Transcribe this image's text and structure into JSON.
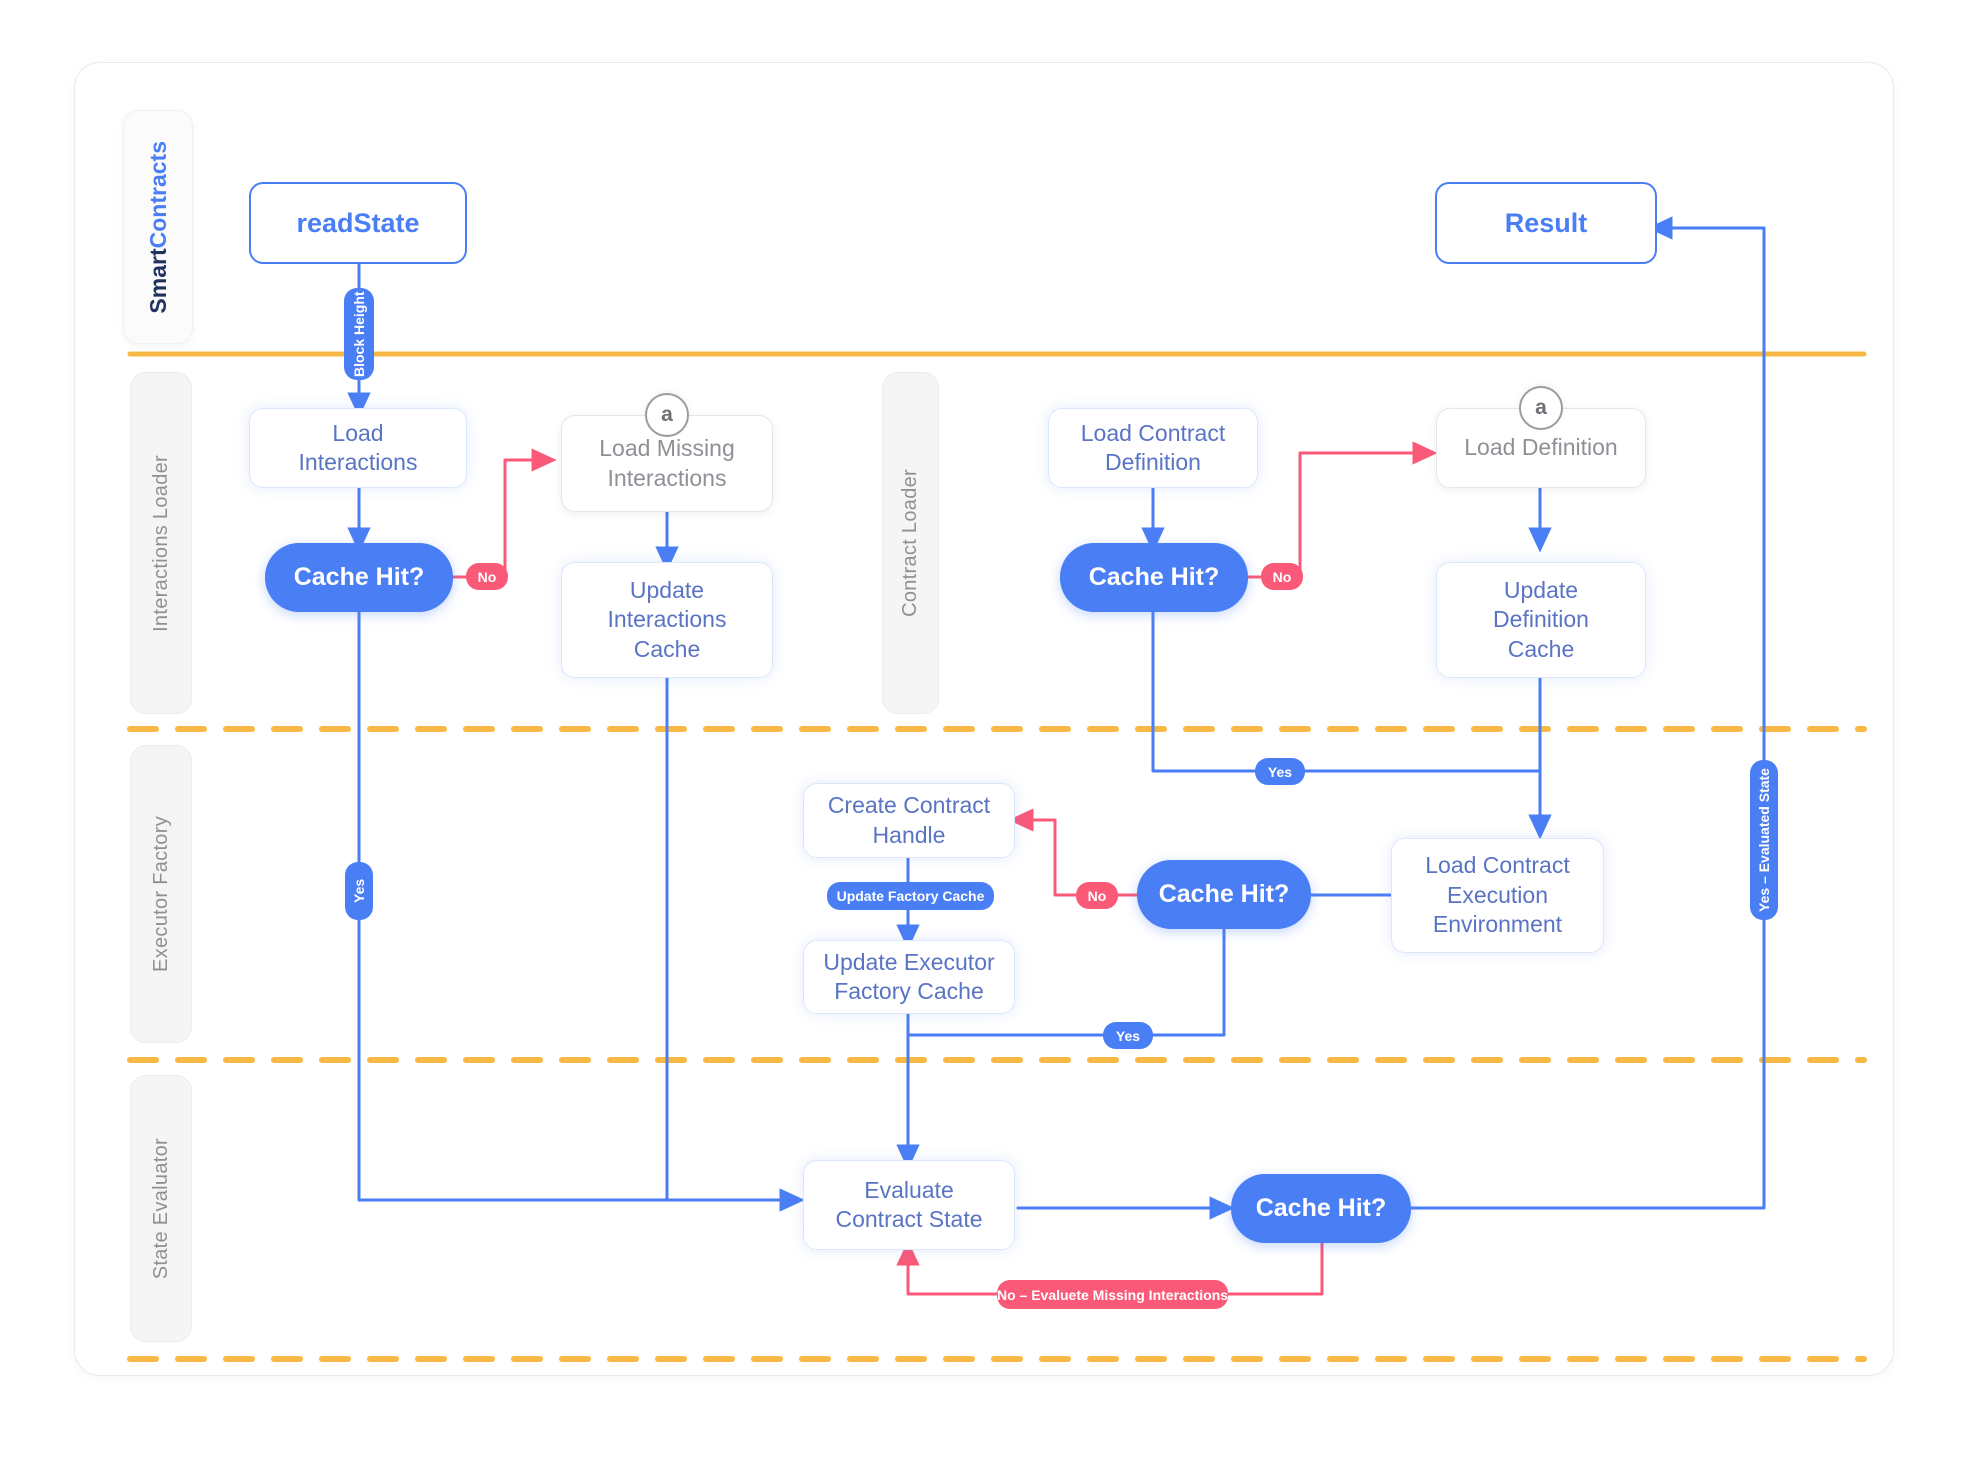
{
  "brand": {
    "part1": "Smart",
    "part2": "Contracts"
  },
  "colors": {
    "accent_blue": "#4a7ef5",
    "node_text_blue": "#5a74c4",
    "red": "#fa5a78",
    "gold": "#f7b844",
    "lane_grey": "#8e9096",
    "brand_navy": "#20335e"
  },
  "lanes": [
    {
      "id": "smart-contracts",
      "label": "SmartContracts"
    },
    {
      "id": "interactions-loader",
      "label": "Interactions Loader"
    },
    {
      "id": "contract-loader",
      "label": "Contract Loader"
    },
    {
      "id": "executor-factory",
      "label": "Executor Factory"
    },
    {
      "id": "state-evaluator",
      "label": "State Evaluator"
    }
  ],
  "nodes": {
    "read_state": "readState",
    "result": "Result",
    "load_interactions": "Load\nInteractions",
    "cache_hit_interactions": "Cache Hit?",
    "load_missing_interactions": "Load Missing\nInteractions",
    "update_interactions_cache": "Update\nInteractions\nCache",
    "load_contract_definition": "Load Contract\nDefinition",
    "cache_hit_definition": "Cache Hit?",
    "load_definition": "Load Definition",
    "update_definition_cache": "Update\nDefinition\nCache",
    "create_contract_handle": "Create Contract\nHandle",
    "update_executor_factory_cache": "Update Executor\nFactory Cache",
    "cache_hit_factory": "Cache Hit?",
    "load_contract_execution_environment": "Load Contract\nExecution\nEnvironment",
    "evaluate_contract_state": "Evaluate\nContract State",
    "cache_hit_state": "Cache Hit?"
  },
  "badges": {
    "external_a": "a"
  },
  "edge_labels": {
    "block_height": "Block Height",
    "no_interactions": "No",
    "yes_interactions": "Yes",
    "no_definition": "No",
    "yes_definition": "Yes",
    "no_factory": "No",
    "yes_factory": "Yes",
    "update_factory_cache": "Update Factory Cache",
    "no_evaluate_missing": "No – Evaluete Missing Interactions",
    "yes_evaluated_state": "Yes – Evaluated State"
  }
}
